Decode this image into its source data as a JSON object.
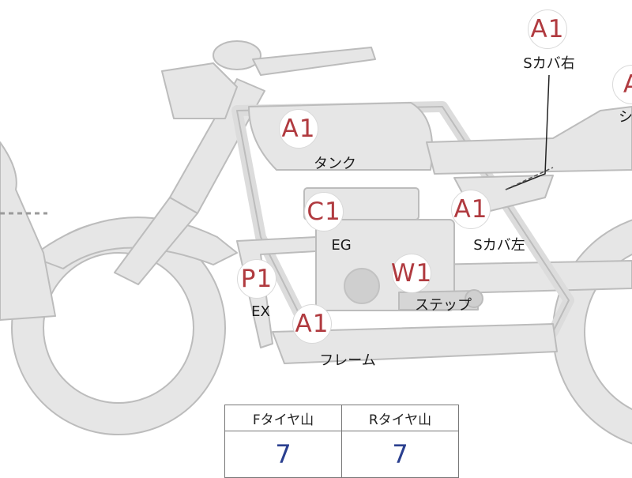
{
  "markers": {
    "sright": {
      "code": "A1",
      "label": "Sカバ右"
    },
    "seat": {
      "code": "A",
      "label": "シ"
    },
    "tank": {
      "code": "A1",
      "label": "タンク"
    },
    "engine": {
      "code": "C1",
      "label": "EG"
    },
    "sleft": {
      "code": "A1",
      "label": "Sカバ左"
    },
    "exhaust": {
      "code": "P1",
      "label": "EX"
    },
    "step": {
      "code": "W1",
      "label": "ステップ"
    },
    "frame": {
      "code": "A1",
      "label": "フレーム"
    }
  },
  "tread_table": {
    "headers": [
      "Fタイヤ山",
      "Rタイヤ山"
    ],
    "values": [
      "7",
      "7"
    ]
  },
  "colors": {
    "body_fill": "#e6e6e6",
    "outline": "#bdbdbd",
    "code_text": "#b03a3f",
    "value_text": "#2a3f8f"
  }
}
